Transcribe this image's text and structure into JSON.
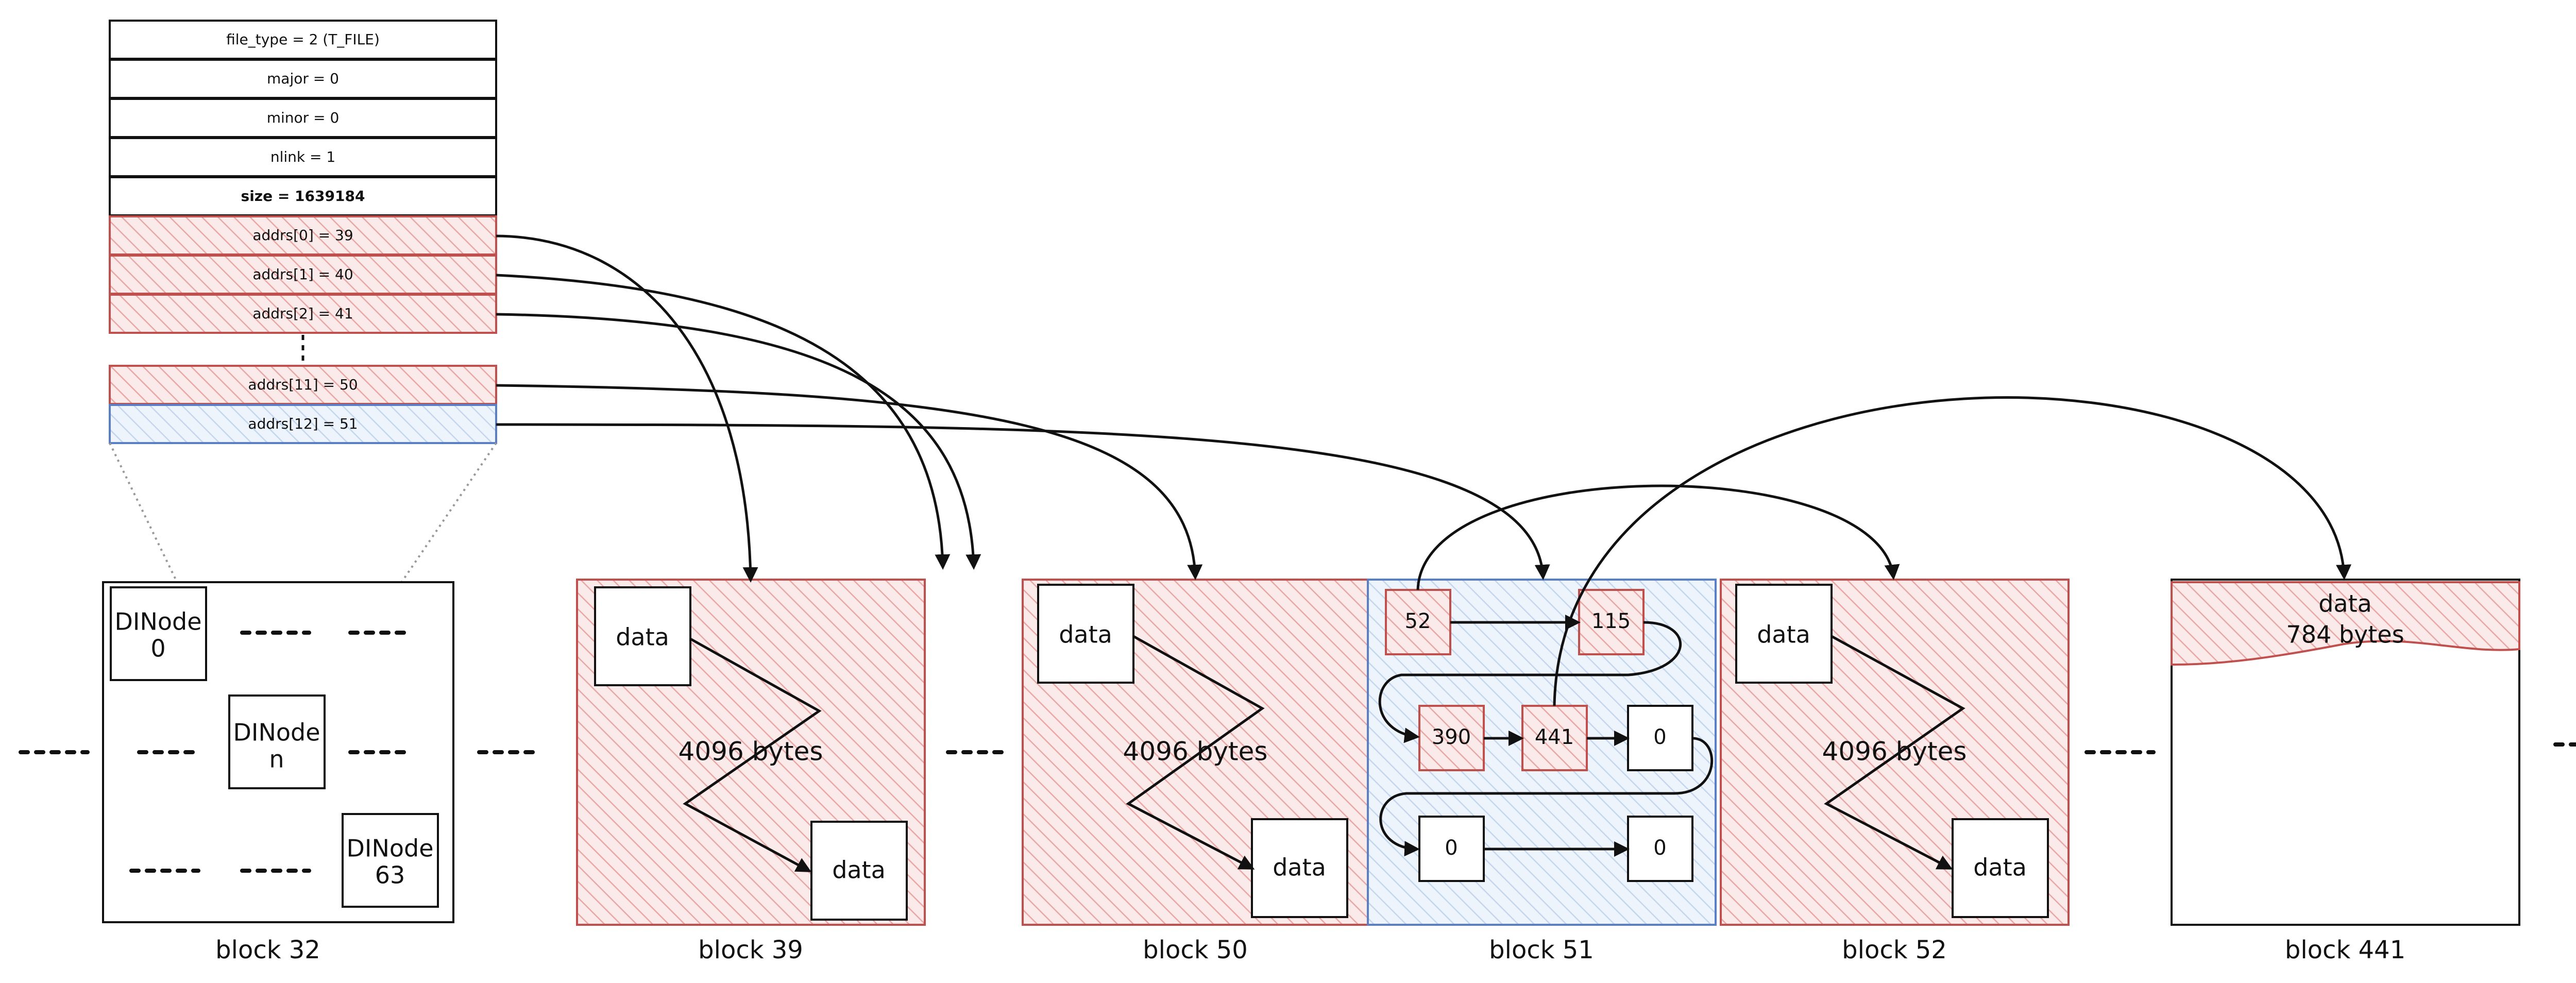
{
  "inode_fields": {
    "file_type": "file_type = 2 (T_FILE)",
    "major": "major = 0",
    "minor": "minor = 0",
    "nlink": "nlink = 1",
    "size": "size = 1639184",
    "addr0": "addrs[0] = 39",
    "addr1": "addrs[1] = 40",
    "addr2": "addrs[2] = 41",
    "addr11": "addrs[11] = 50",
    "addr12": "addrs[12] = 51"
  },
  "block32": {
    "label": "block 32",
    "dinode0": [
      "DINode",
      "0"
    ],
    "dinoden": [
      "DINode",
      "n"
    ],
    "dinode63": [
      "DINode",
      "63"
    ]
  },
  "block39": {
    "label": "block 39",
    "data_top": "data",
    "data_bottom": "data",
    "size": "4096 bytes"
  },
  "block50": {
    "label": "block 50",
    "data_top": "data",
    "data_bottom": "data",
    "size": "4096 bytes"
  },
  "block51": {
    "label": "block 51",
    "entries": {
      "e52": "52",
      "e115": "115",
      "e390": "390",
      "e441": "441",
      "z1": "0",
      "z2": "0",
      "z3": "0"
    }
  },
  "block52": {
    "label": "block 52",
    "data_top": "data",
    "data_bottom": "data",
    "size": "4096 bytes"
  },
  "block441": {
    "label": "block 441",
    "data": "data",
    "size": "784 bytes"
  },
  "colors": {
    "red": "#c0504d",
    "blue": "#5b7fc6",
    "red_fill": "#f6d6d6",
    "blue_fill": "#dde8f6"
  }
}
